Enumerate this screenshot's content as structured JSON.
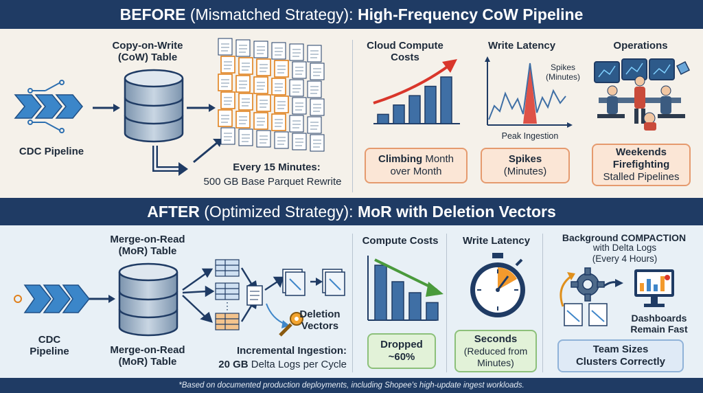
{
  "before": {
    "banner_bold": "BEFORE",
    "banner_normal": " (Mismatched Strategy): ",
    "banner_bold2": "High-Frequency CoW Pipeline",
    "cdc_label": "CDC Pipeline",
    "table_label": "Copy-on-Write\n(CoW) Table",
    "rewrite_title": "Every 15 Minutes:",
    "rewrite_detail": "500 GB Base Parquet Rewrite",
    "compute_title": "Cloud Compute\nCosts",
    "latency_title": "Write Latency",
    "latency_annot": "Spikes\n(Minutes)",
    "latency_peak": "Peak Ingestion",
    "ops_title": "Operations",
    "compute_box_bold": "Climbing",
    "compute_box_rest": " Month\nover Month",
    "latency_box_bold": "Spikes",
    "latency_box_rest": "(Minutes)",
    "ops_box_bold": "Weekends\nFirefighting",
    "ops_box_rest": "Stalled Pipelines"
  },
  "after": {
    "banner_bold": "AFTER",
    "banner_normal": " (Optimized Strategy): ",
    "banner_bold2": "MoR with Deletion Vectors",
    "cdc_label": "CDC\nPipeline",
    "table_top_label": "Merge-on-Read\n(MoR) Table",
    "table_bottom_label": "Merge-on-Read\n(MoR) Table",
    "deletion_label": "Deletion\nVectors",
    "ingest_title": "Incremental Ingestion:",
    "ingest_detail_bold": "20 GB",
    "ingest_detail_rest": " Delta Logs per Cycle",
    "compute_title": "Compute Costs",
    "latency_title": "Write Latency",
    "compaction_title": "Background COMPACTION",
    "compaction_sub": "with Delta Logs\n(Every 4 Hours)",
    "dash_label": "Dashboards\nRemain Fast",
    "compute_box": "Dropped\n~60%",
    "latency_box_bold": "Seconds",
    "latency_box_rest": "(Reduced from\nMinutes)",
    "team_box": "Team Sizes\nClusters Correctly"
  },
  "footer": "*Based on documented production deployments, including Shopee's high-update ingest workloads.",
  "chart_data": [
    {
      "type": "bar",
      "title": "Cloud Compute Costs",
      "trend": "increasing",
      "values": [
        1,
        2,
        3,
        4,
        5
      ]
    },
    {
      "type": "bar",
      "title": "Compute Costs",
      "trend": "decreasing",
      "values": [
        5,
        3.5,
        2.5,
        1.6
      ]
    }
  ],
  "colors": {
    "navy": "#1f3b64",
    "orange": "#e59a6e",
    "green": "#8cc07a",
    "blue": "#3f6fa5",
    "red": "#d9362b"
  }
}
